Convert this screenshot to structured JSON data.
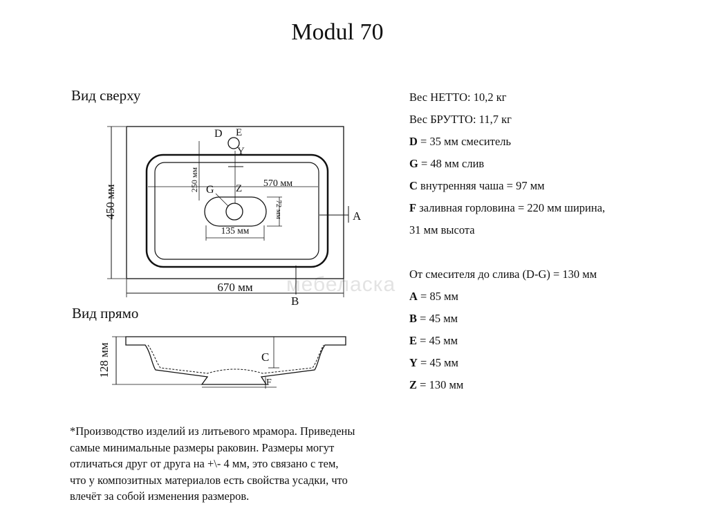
{
  "title": "Modul 70",
  "views": {
    "top_label": "Вид сверху",
    "front_label": "Вид прямо"
  },
  "dimensions": {
    "height_450": "450 мм",
    "width_670": "670 мм",
    "inner_570": "570 мм",
    "depth_250": "250 мм",
    "drain_135": "135 мм",
    "drain_72": "72 мм",
    "height_128": "128 мм"
  },
  "markers": {
    "D": "D",
    "E": "E",
    "Y": "Y",
    "G": "G",
    "Z": "Z",
    "A": "A",
    "B": "B",
    "C": "C",
    "F": "F"
  },
  "specs": [
    {
      "key": "",
      "text": "Вес НЕТТО: 10,2 кг"
    },
    {
      "key": "",
      "text": "Вес БРУТТО: 11,7 кг"
    },
    {
      "key": "D",
      "text": " = 35 мм смеситель"
    },
    {
      "key": "G",
      "text": " = 48 мм слив"
    },
    {
      "key": "C",
      "text": " внутренняя чаша = 97 мм"
    },
    {
      "key": "F",
      "text": " заливная горловина = 220 мм ширина,"
    },
    {
      "key": "",
      "text": "31 мм высота"
    },
    {
      "key": "",
      "text": "От смесителя до слива (D-G) = 130 мм"
    },
    {
      "key": "A",
      "text": " = 85 мм"
    },
    {
      "key": "B",
      "text": " = 45 мм"
    },
    {
      "key": "E",
      "text": " = 45 мм"
    },
    {
      "key": "Y",
      "text": " = 45 мм"
    },
    {
      "key": "Z",
      "text": " = 130 мм"
    }
  ],
  "note": [
    "*Производство изделий из литьевого мрамора. Приведены",
    "самые минимальные размеры раковин. Размеры могут",
    "отличаться друг от друга на +\\- 4 мм, это связано с тем,",
    "что у композитных материалов есть свойства усадки, что",
    "влечёт за собой изменения размеров."
  ],
  "watermark": "мебеласка"
}
